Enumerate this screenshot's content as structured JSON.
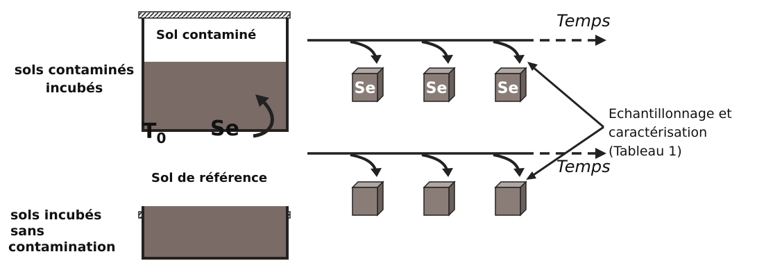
{
  "colors": {
    "soil": "#7b6b66",
    "cube_front": "#8a7d78",
    "cube_top": "#b0a6a2",
    "cube_side": "#6c605b",
    "line": "#222222"
  },
  "labels": {
    "contaminated_line1": "sols contaminés",
    "contaminated_line2": "incubés",
    "uncontaminated_line1": "sols incubés",
    "uncontaminated_line2": "sans",
    "uncontaminated_line3": "contamination",
    "box_contaminated": "Sol contaminé",
    "box_reference": "Sol de référence",
    "t0_main": "T",
    "t0_sub": "0",
    "se_addition": "Se",
    "time_top": "Temps",
    "time_bottom": "Temps",
    "sampling_line1": "Echantillonnage et",
    "sampling_line2": "caractérisation",
    "sampling_line3": "(Tableau 1)"
  },
  "cubes": {
    "contaminated_label": "Se",
    "count": 3
  }
}
